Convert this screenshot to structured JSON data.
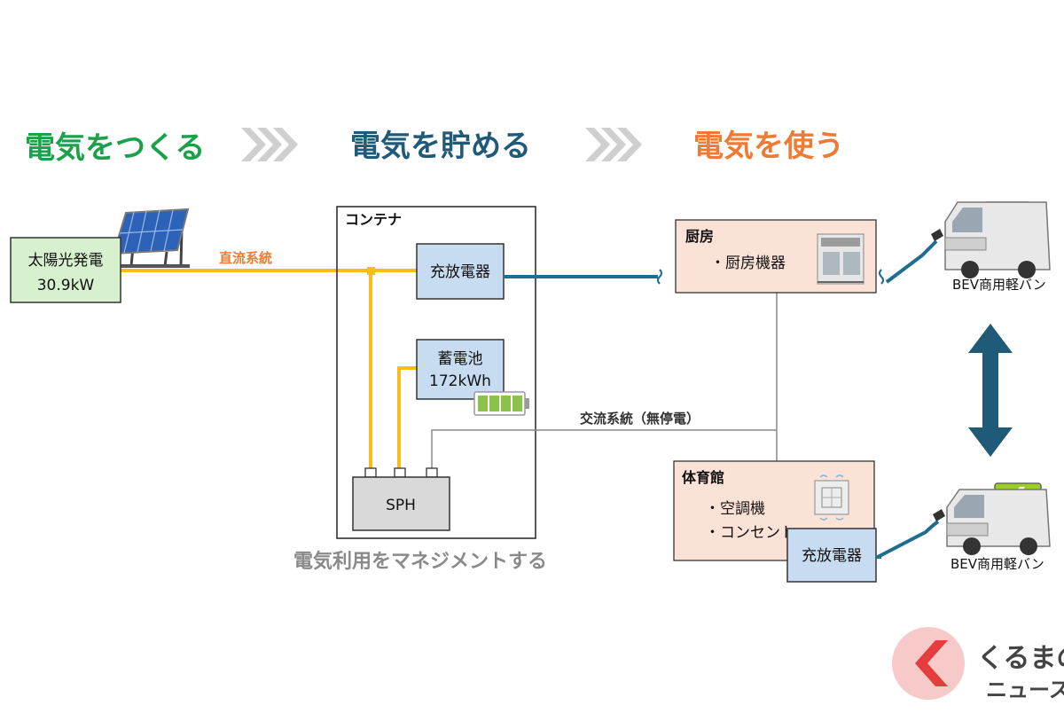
{
  "headers": {
    "make": "電気をつくる",
    "store": "電気を貯める",
    "use": "電気を使う"
  },
  "colors": {
    "make": "#1aa24a",
    "store": "#1f5a78",
    "use": "#ee7a33",
    "dc_line": "#f7be1a",
    "ac_line_blue": "#1f6d91",
    "box_green": "#d7f0cd",
    "box_blue": "#c7dbf1",
    "box_pink": "#fbe2d6",
    "arrow_gray": "#cfcfcf",
    "arrow_navy": "#1f5a78"
  },
  "solar": {
    "name": "太陽光発電",
    "capacity": "30.9kW"
  },
  "dc_label": "直流系統",
  "container": {
    "title": "コンテナ",
    "charger": "充放電器",
    "battery_name": "蓄電池",
    "battery_capacity": "172kWh",
    "sph": "SPH"
  },
  "ac_label": "交流系統（無停電）",
  "kitchen": {
    "title": "厨房",
    "item": "・厨房機器"
  },
  "gym": {
    "title": "体育館",
    "item1": "・空調機",
    "item2": "・コンセント",
    "charger": "充放電器"
  },
  "vans": {
    "top": "BEV商用軽バン",
    "bottom": "BEV商用軽バン"
  },
  "caption": "電気利用をマネジメントする",
  "logo": {
    "line1": "くるまの",
    "line2": "ニュース"
  }
}
